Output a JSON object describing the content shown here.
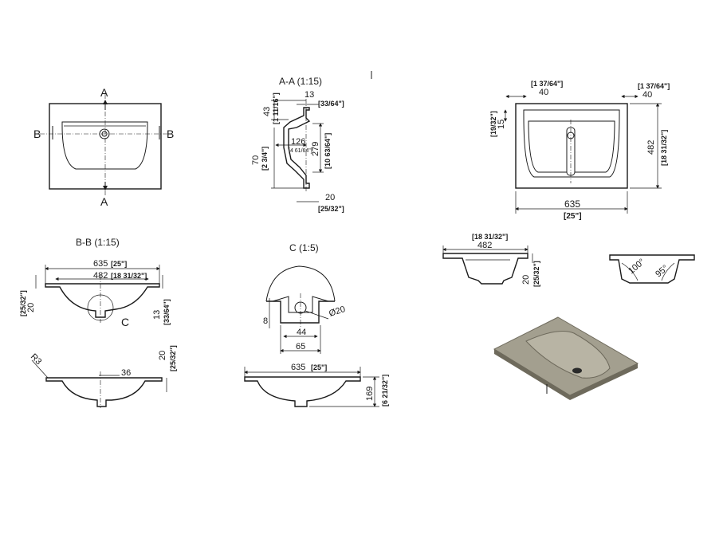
{
  "views": {
    "top": {
      "labels": {
        "a_top": "A",
        "a_bottom": "A",
        "b_left": "B",
        "b_right": "B"
      }
    },
    "section_aa": {
      "title": "A-A (1:15)",
      "dims": {
        "d13": "13",
        "d13_in": "[33/64\"]",
        "d43": "43",
        "d43_in": "[1 11/16\"]",
        "d126": "126",
        "d126_in": "[4 61/64\"]",
        "d279": "279",
        "d279_in": "[10 63/64\"]",
        "d70": "70",
        "d70_in": "[2 3/4\"]",
        "d20": "20",
        "d20_in": "[25/32\"]"
      }
    },
    "plan": {
      "dims": {
        "d40l_in": "[1 37/64\"]",
        "d40l": "40",
        "d40r_in": "[1 37/64\"]",
        "d40r": "40",
        "d15": "15",
        "d15_in": "[19/32\"]",
        "d482": "482",
        "d482_in": "[18 31/32\"]",
        "d635": "635",
        "d635_in": "[25\"]"
      }
    },
    "section_bb": {
      "title": "B-B (1:15)",
      "dims": {
        "d635": "635",
        "d635_in": "[25\"]",
        "d482": "482",
        "d482_in": "[18 31/32\"]",
        "d20": "20",
        "d20_in": "[25/32\"]",
        "d13": "13",
        "d13_in": "[33/64\"]",
        "detail": "C"
      }
    },
    "detail_c": {
      "title": "C (1:5)",
      "dims": {
        "d8": "8",
        "d44": "44",
        "d65": "65",
        "d20": "Ø20"
      }
    },
    "side_right": {
      "dims": {
        "d482_in": "[18 31/32\"]",
        "d482": "482",
        "d20": "20",
        "d20_in": "[25/32\"]"
      }
    },
    "side_angles": {
      "dims": {
        "a100": "100°",
        "a95": "95°"
      }
    },
    "profile": {
      "dims": {
        "r3": "R3",
        "d36": "36",
        "d20": "20",
        "d20_in": "[25/32\"]"
      }
    },
    "front": {
      "dims": {
        "d635": "635",
        "d635_in": "[25\"]",
        "d169": "169",
        "d169_in": "[6 21/32\"]"
      }
    },
    "iso": {
      "colors": {
        "surface": "#a39f8f",
        "edge": "#6e6a5c",
        "basin": "#b8b4a4"
      }
    }
  }
}
